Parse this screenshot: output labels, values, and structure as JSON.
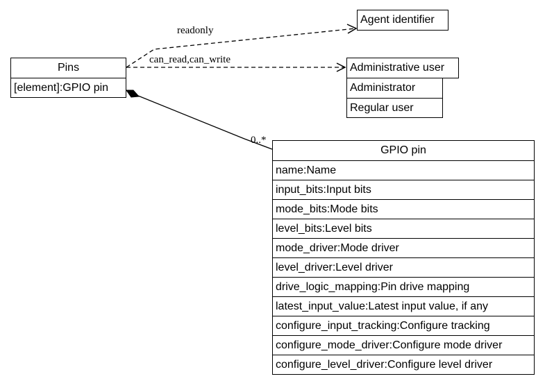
{
  "pins": {
    "title": "Pins",
    "attributes": [
      "[element]:GPIO pin"
    ]
  },
  "agent_identifier": {
    "title": "Agent identifier"
  },
  "administrative_user": {
    "title": "Administrative user",
    "values": [
      "Administrator",
      "Regular user"
    ]
  },
  "gpio_pin": {
    "title": "GPIO pin",
    "attributes": [
      "name:Name",
      "input_bits:Input bits",
      "mode_bits:Mode bits",
      "level_bits:Level bits",
      "mode_driver:Mode driver",
      "level_driver:Level driver",
      "drive_logic_mapping:Pin drive mapping",
      "latest_input_value:Latest input value, if any",
      "configure_input_tracking:Configure tracking",
      "configure_mode_driver:Configure mode driver",
      "configure_level_driver:Configure level driver"
    ]
  },
  "edges": {
    "readonly_label": "readonly",
    "can_read_write_label": "can_read,can_write",
    "composition_multiplicity": "0..*"
  }
}
